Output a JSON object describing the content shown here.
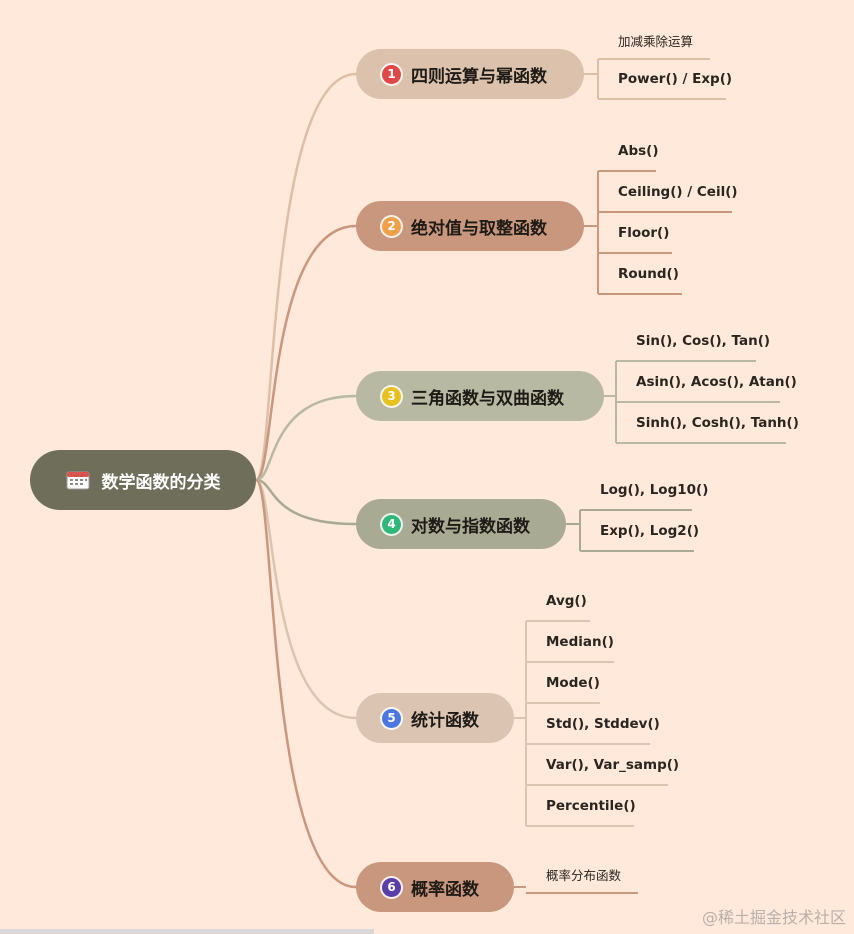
{
  "root": {
    "label": "数学函数的分类",
    "icon": "calendar-icon"
  },
  "branches": [
    {
      "num": "1",
      "label": "四则运算与幂函数",
      "num_color": "#e04848",
      "fill": "#dcc2ad",
      "leaves": [
        "加减乘除运算",
        "Power() / Exp()"
      ]
    },
    {
      "num": "2",
      "label": "绝对值与取整函数",
      "num_color": "#f0a048",
      "fill": "#c9977d",
      "leaves": [
        "Abs()",
        "Ceiling() / Ceil()",
        "Floor()",
        "Round()"
      ]
    },
    {
      "num": "3",
      "label": "三角函数与双曲函数",
      "num_color": "#e8c020",
      "fill": "#b8b9a2",
      "leaves": [
        "Sin(), Cos(), Tan()",
        "Asin(), Acos(), Atan()",
        "Sinh(), Cosh(), Tanh()"
      ]
    },
    {
      "num": "4",
      "label": "对数与指数函数",
      "num_color": "#2fb87a",
      "fill": "#a9aa93",
      "leaves": [
        "Log(), Log10()",
        "Exp(), Log2()"
      ]
    },
    {
      "num": "5",
      "label": "统计函数",
      "num_color": "#4a78e0",
      "fill": "#dcc4b2",
      "leaves": [
        "Avg()",
        "Median()",
        "Mode()",
        "Std(), Stddev()",
        "Var(), Var_samp()",
        "Percentile()"
      ]
    },
    {
      "num": "6",
      "label": "概率函数",
      "num_color": "#5a3fa8",
      "fill": "#c9977d",
      "leaves": [
        "概率分布函数"
      ]
    }
  ],
  "watermark": "@稀土掘金技术社区"
}
